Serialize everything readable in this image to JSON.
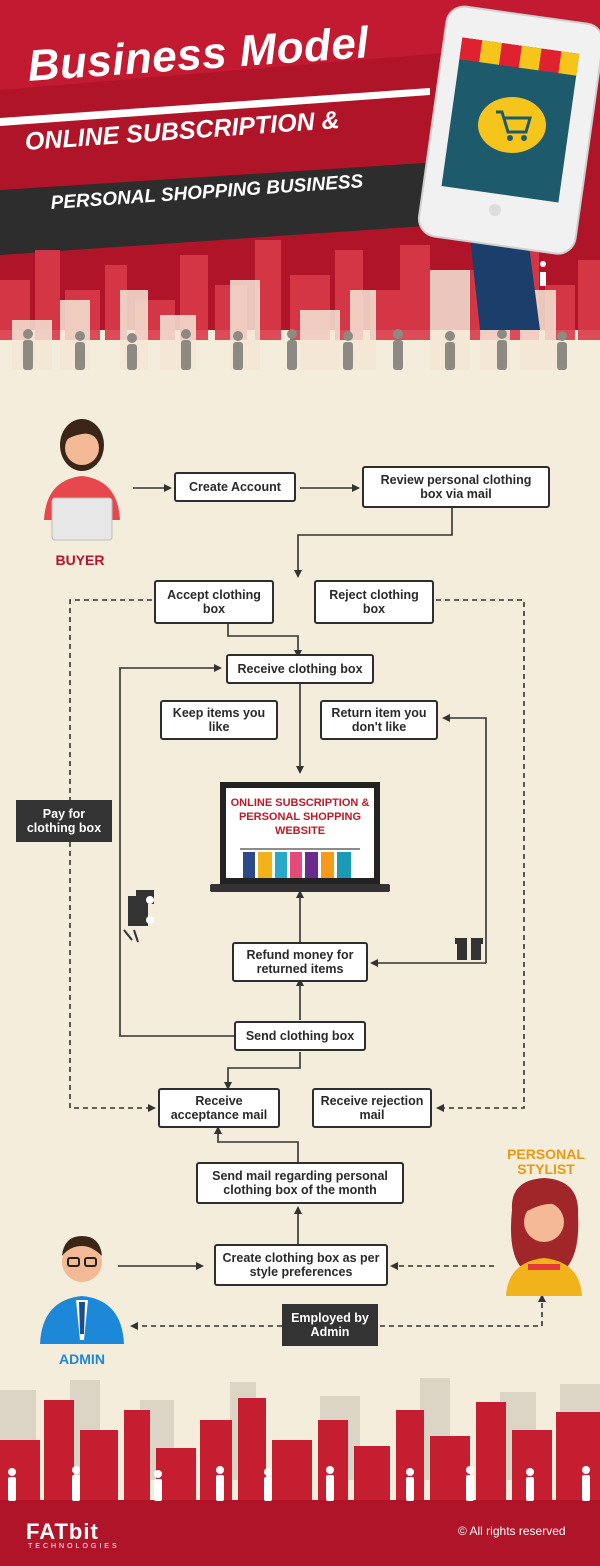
{
  "header": {
    "title_line1": "Business Model",
    "title_line2": "ONLINE SUBSCRIPTION &",
    "title_line3": "PERSONAL SHOPPING BUSINESS"
  },
  "roles": {
    "buyer": "BUYER",
    "stylist": "PERSONAL\nSTYLIST",
    "admin": "ADMIN"
  },
  "steps": {
    "create_account": "Create Account",
    "review_box": "Review personal clothing box via mail",
    "accept_box": "Accept clothing box",
    "reject_box": "Reject clothing box",
    "receive_box": "Receive clothing box",
    "keep_items": "Keep items you like",
    "return_items": "Return item you don't like",
    "pay_box": "Pay for clothing box",
    "website": "ONLINE SUBSCRIPTION & PERSONAL SHOPPING WEBSITE",
    "refund": "Refund money for returned items",
    "send_box": "Send clothing box",
    "acceptance_mail": "Receive acceptance mail",
    "rejection_mail": "Receive rejection mail",
    "send_mail": "Send mail regarding personal clothing box of the month",
    "create_box": "Create clothing box as per style preferences",
    "employed": "Employed by Admin"
  },
  "footer": {
    "brand": "FATbit",
    "brand_sub": "TECHNOLOGIES",
    "copyright": "© All rights reserved"
  },
  "colors": {
    "header_red": "#b5152a",
    "banner_dark": "#2d2d2d",
    "city_red": "#c41e30",
    "cream": "#f4eddc",
    "buyer_label": "#b5152a",
    "stylist_label": "#e89a10",
    "admin_label": "#1e88d8"
  },
  "icons": [
    "shopping-cart-icon",
    "shop-awning-icon",
    "truck-icon",
    "gift-icon",
    "clothes-rack-icon",
    "laptop-icon"
  ]
}
